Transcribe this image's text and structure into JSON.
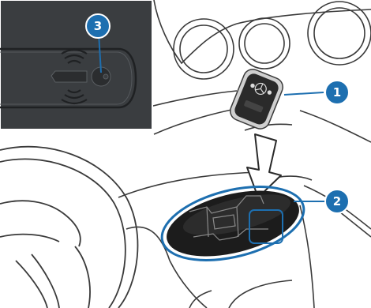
{
  "figure": {
    "callouts": [
      {
        "id": "callout-1",
        "label": "1",
        "refers_to": "vehicle-key"
      },
      {
        "id": "callout-2",
        "label": "2",
        "refers_to": "key-stowage-tray"
      },
      {
        "id": "callout-3",
        "label": "3",
        "refers_to": "key-symbol-marking"
      }
    ]
  },
  "colors": {
    "line_art": "#3a3a3a",
    "accent_blue": "#1d6fb0",
    "inset_bg": "#3a3d40",
    "key_dark": "#2a2a2a",
    "tray_dark": "#1c1c1c",
    "arrow_fill": "#ffffff"
  },
  "icons": {
    "arrow": "down-arrow-icon",
    "key_symbol": "key-icon",
    "signal_waves": "signal-waves-icon",
    "brand_logo": "star-logo-icon"
  }
}
